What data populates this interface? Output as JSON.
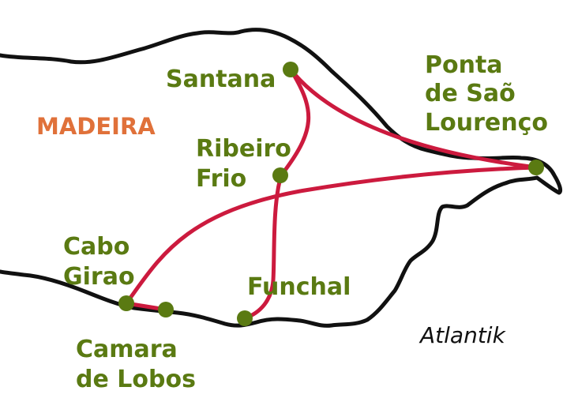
{
  "map": {
    "island_label": "MADEIRA",
    "sea_label": "Atlantik",
    "colors": {
      "coastline": "#111111",
      "route": "#cc1a3e",
      "place": "#5a7a12",
      "island_label": "#e0713a",
      "background": "#ffffff"
    },
    "places": [
      {
        "id": "santana",
        "lines": [
          "Santana"
        ]
      },
      {
        "id": "ponta-de-sao-lourenco",
        "lines": [
          "Ponta",
          "de Saõ",
          "Lourenço"
        ]
      },
      {
        "id": "ribeiro-frio",
        "lines": [
          "Ribeiro",
          "Frio"
        ]
      },
      {
        "id": "cabo-girao",
        "lines": [
          "Cabo",
          "Girao"
        ]
      },
      {
        "id": "funchal",
        "lines": [
          "Funchal"
        ]
      },
      {
        "id": "camara-de-lobos",
        "lines": [
          "Camara",
          "de Lobos"
        ]
      }
    ]
  }
}
